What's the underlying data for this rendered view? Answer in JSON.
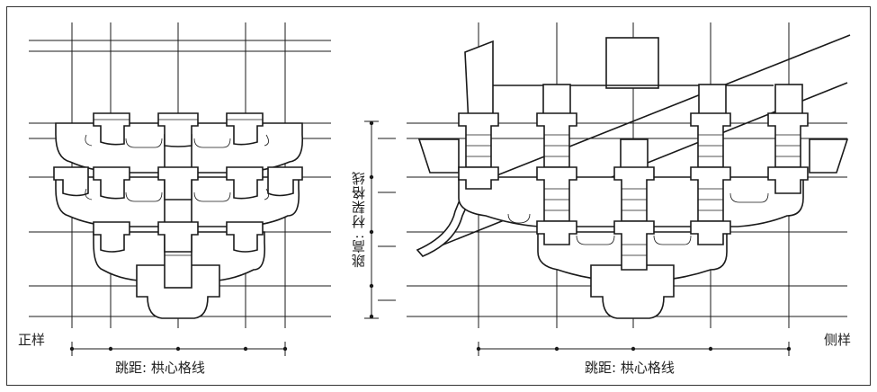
{
  "labels": {
    "front_view": "正样",
    "side_view": "侧样",
    "caption_left": "跳距: 栱心格线",
    "caption_right": "跳距: 栱心格线",
    "caption_vertical": "跳高: 材栔格线"
  },
  "colors": {
    "line": "#1a1a1a",
    "background": "#ffffff"
  }
}
